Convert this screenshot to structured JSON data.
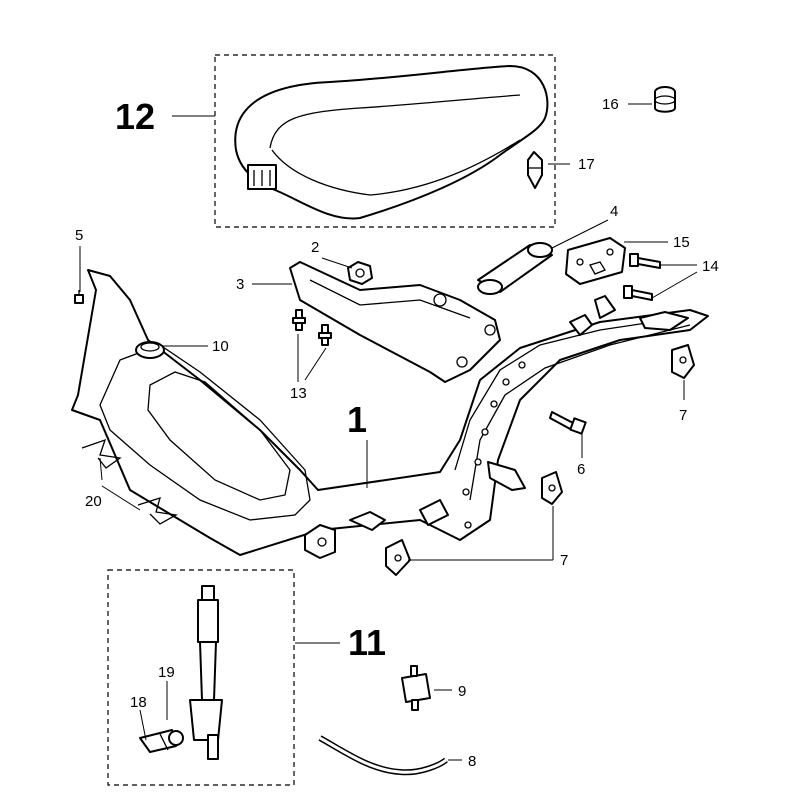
{
  "callouts": {
    "c1": "1",
    "c2": "2",
    "c3": "3",
    "c4": "4",
    "c5": "5",
    "c6": "6",
    "c7a": "7",
    "c7b": "7",
    "c8": "8",
    "c9": "9",
    "c10": "10",
    "c11": "11",
    "c12": "12",
    "c13": "13",
    "c14": "14",
    "c15": "15",
    "c16": "16",
    "c17": "17",
    "c18": "18",
    "c19": "19",
    "c20": "20"
  }
}
